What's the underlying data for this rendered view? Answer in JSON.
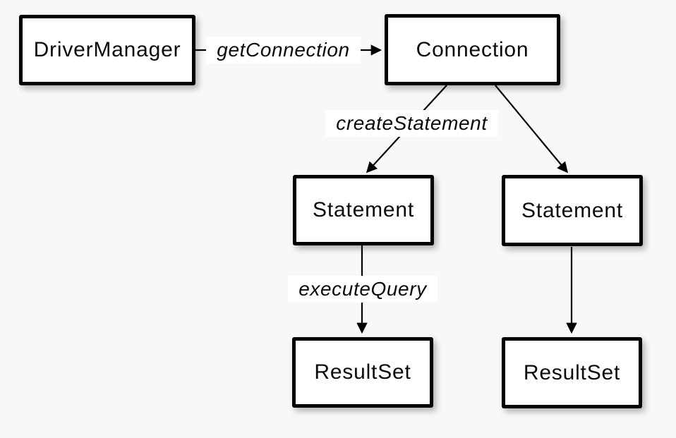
{
  "diagram": {
    "background_color": "#f8f8f8",
    "node_fill_color": "#ffffff",
    "node_border_color": "#000000",
    "arrow_color": "#000000",
    "nodes": [
      {
        "id": "driver-manager",
        "label": "DriverManager"
      },
      {
        "id": "connection",
        "label": "Connection"
      },
      {
        "id": "statement-left",
        "label": "Statement"
      },
      {
        "id": "statement-right",
        "label": "Statement"
      },
      {
        "id": "resultset-left",
        "label": "ResultSet"
      },
      {
        "id": "resultset-right",
        "label": "ResultSet"
      }
    ],
    "edges": [
      {
        "from": "driver-manager",
        "to": "connection",
        "label": "getConnection"
      },
      {
        "from": "connection",
        "to": "statement-left",
        "label": "createStatement"
      },
      {
        "from": "connection",
        "to": "statement-right",
        "label": ""
      },
      {
        "from": "statement-left",
        "to": "resultset-left",
        "label": "executeQuery"
      },
      {
        "from": "statement-right",
        "to": "resultset-right",
        "label": ""
      }
    ]
  }
}
